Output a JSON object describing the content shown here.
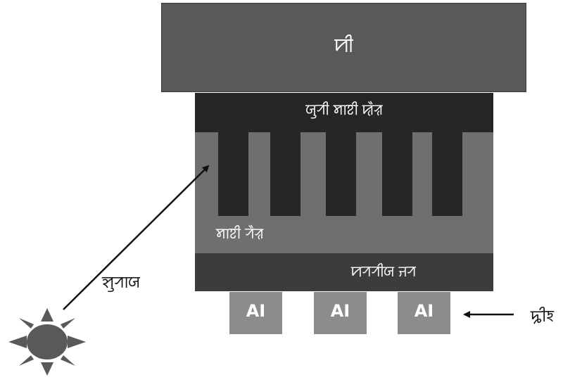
{
  "diagram": {
    "top_layer_label": "ꠙꠤ",
    "dark_layer_label": "ꠎꠥꠞꠤ ꠝꠣꠐꠤ ꠢꠂꠟ",
    "middle_layer_label": "ꠝꠣꠐꠤ ꠞꠂꠟ",
    "bottom_layer_label": "ꠙꠞꠞꠤꠎ ꠔꠞ",
    "pad_labels": [
      "AI",
      "AI",
      "AI"
    ],
    "sun_arrow_label": "ꠡꠥꠞꠣꠎ",
    "right_arrow_label": "ꠍꠤꠁ",
    "colors": {
      "top_layer": "#595959",
      "dark_layer": "#262626",
      "middle_layer": "#6f6f6f",
      "fingers": "#262626",
      "bottom_layer": "#3c3c3c",
      "pads": "#8c8c8c",
      "sun": "#595959",
      "arrows": "#111111"
    },
    "icons": [
      "sun-icon",
      "arrow-icon"
    ]
  }
}
